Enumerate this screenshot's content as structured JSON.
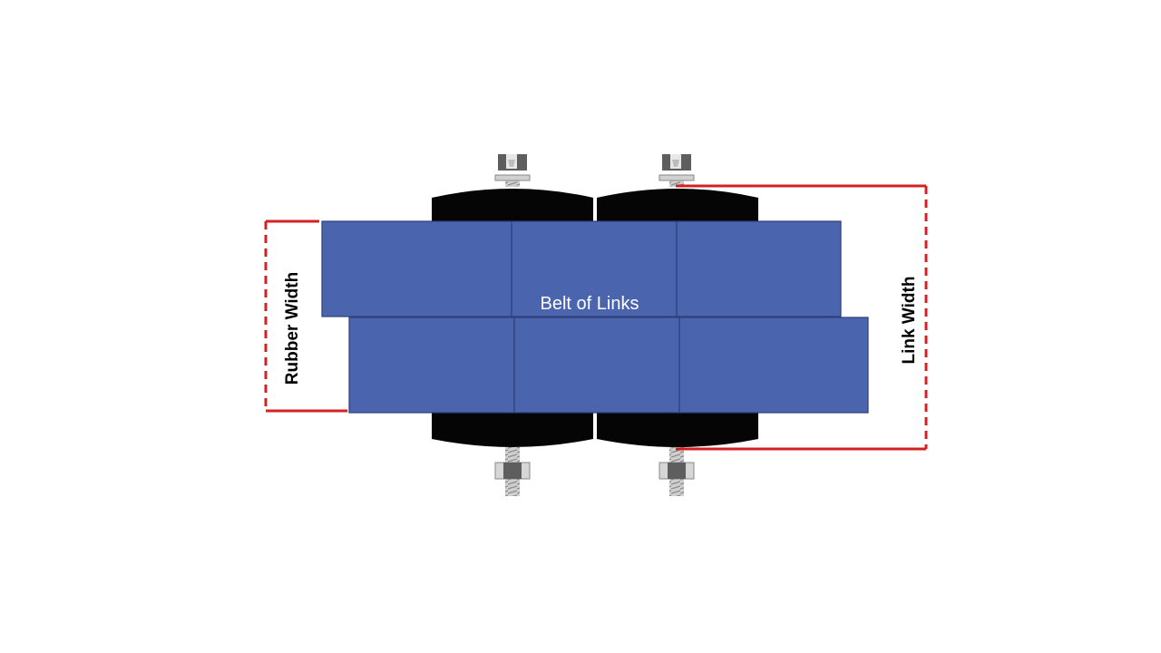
{
  "diagram": {
    "belt_label": "Belt of Links",
    "rubber_width_label": "Rubber Width",
    "link_width_label": "Link Width",
    "colors": {
      "link_fill": "#4A64AE",
      "link_stroke": "#2F3F7A",
      "rubber": "#050505",
      "dimension_line": "#D42020",
      "bolt_dark": "#5E5E5E",
      "bolt_light": "#D9D9D9"
    },
    "rows": [
      {
        "name": "upper-link-row",
        "links": 3
      },
      {
        "name": "lower-link-row",
        "links": 3
      }
    ]
  }
}
